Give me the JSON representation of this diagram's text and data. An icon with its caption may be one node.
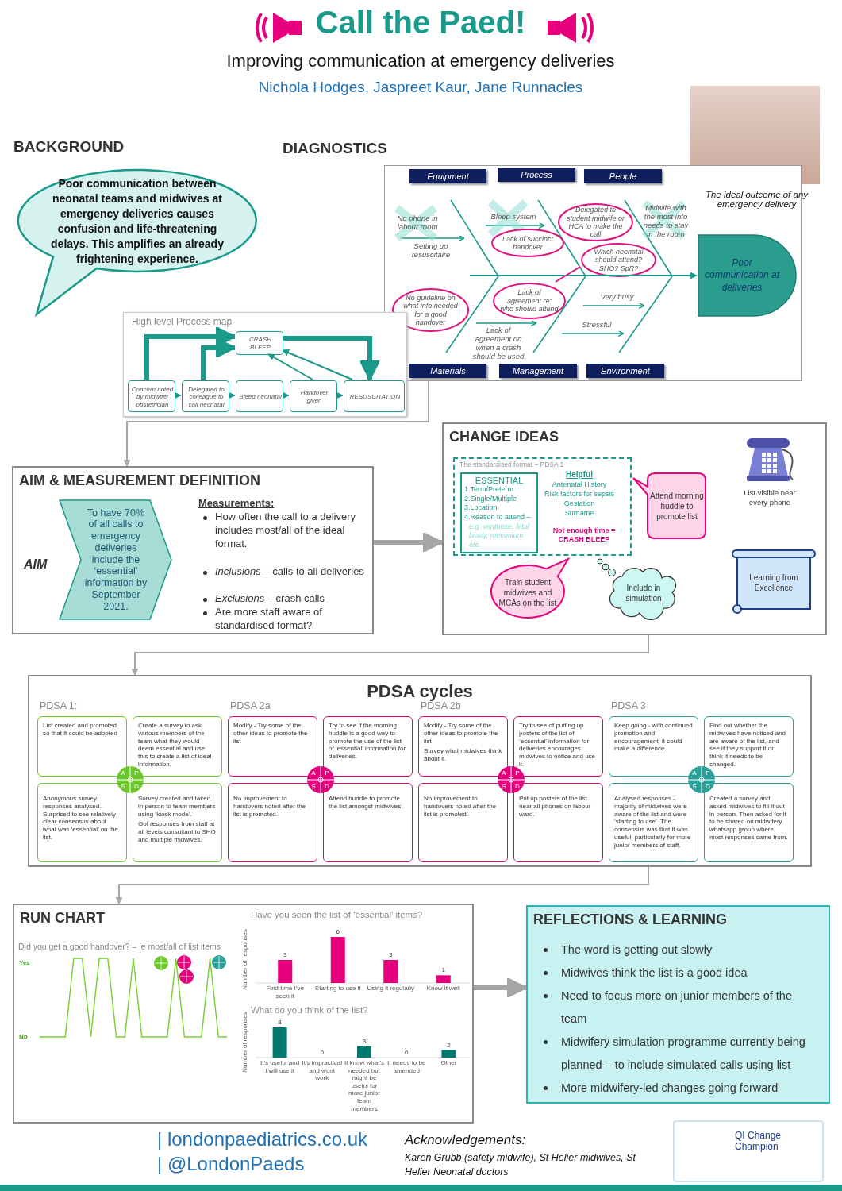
{
  "diagram": {
    "title": "Call the Paed!",
    "nodes": [
      {
        "text": [
          "Poor communication between neonatal teams and midwives at emergency deliveries causes confusion and life-threatening delays. This amplifies an already frightening experience."
        ]
      },
      {
        "text": [
          "DIAGNOSTICS"
        ]
      },
      {
        "text": [
          "Equipment"
        ],
        "in": 1
      },
      {
        "text": [
          "Process"
        ],
        "in": 1
      },
      {
        "text": [
          "People"
        ],
        "in": 1
      },
      {
        "text": [
          "Materials"
        ],
        "in": 1
      },
      {
        "text": [
          "Management"
        ],
        "in": 1
      },
      {
        "text": [
          "Environment"
        ],
        "in": 1
      },
      {
        "text": [
          "Lack of succinct handover"
        ],
        "in": 1
      },
      {
        "text": [
          "Delegated to student midwife or HCA to make the call"
        ],
        "in": 1
      },
      {
        "text": [
          "Which neonatal should attend? SHO? SpR?"
        ],
        "in": 1
      },
      {
        "text": [
          "No guideline on what info needed for a good handover"
        ],
        "in": 1
      },
      {
        "text": [
          "Lack of agreement re: who should attend"
        ],
        "in": 1
      },
      {
        "text": [
          "Poor communication at deliveries"
        ],
        "in": 1
      },
      {
        "text": [
          "High level Process map"
        ]
      },
      {
        "text": [
          "CRASH BLEEP"
        ],
        "in": 14
      },
      {
        "text": [
          "Concern noted by midwife/ obstetrician"
        ],
        "in": 14
      },
      {
        "text": [
          "Delegated to colleague to call neonatal"
        ],
        "in": 14
      },
      {
        "text": [
          "Bleep neonatal"
        ],
        "in": 14
      },
      {
        "text": [
          "Handover given"
        ],
        "in": 14
      },
      {
        "text": [
          "RESUSCITATION"
        ],
        "in": 14
      },
      {
        "text": [
          "AIM & MEASUREMENT DEFINITION"
        ]
      },
      {
        "text": [
          "To have 70% of all calls to emergency deliveries include the ‘essential’ information by September 2021."
        ],
        "in": 21
      },
      {
        "text": [
          "CHANGE IDEAS"
        ]
      },
      {
        "text": [
          "The standardised format – PDSA 1"
        ],
        "in": 23
      },
      {
        "text": [
          "ESSENTIAL",
          "1.Term/Preterm",
          "2.Single/Multiple",
          "3.Location",
          "4.Reason to attend –",
          "e.g. ventouse, fetal brady, meconium etc."
        ],
        "in": 24
      },
      {
        "text": [
          "Attend morning huddle to promote list"
        ],
        "in": 23
      },
      {
        "text": [
          "Train student midwives and MCAs on the list"
        ],
        "in": 23
      },
      {
        "text": [
          "Include in simulation"
        ],
        "in": 23
      },
      {
        "text": [
          "Learning from Excellence"
        ],
        "in": 23
      },
      {
        "text": [
          "PDSA cycles"
        ]
      },
      {
        "text": [
          "List created and promoted so that it could be adopted"
        ],
        "in": 30
      },
      {
        "text": [
          "Create a survey to ask various members of the team what they would deem essential and use this to create a list of ideal information."
        ],
        "in": 30
      },
      {
        "text": [
          "Anonymous survey responses analysed. Surprised to see relatively clear consensus about what was ‘essential’ on the list."
        ],
        "in": 30
      },
      {
        "text": [
          "Survey created and taken in person to team members using ‘kiosk mode’.",
          "Got responses from staff at all levels consultant to SHO and multiple midwives."
        ],
        "in": 30
      },
      {
        "text": [
          "Modify - Try some of the other ideas to promote the list"
        ],
        "in": 30
      },
      {
        "text": [
          "Try to see if the morning huddle is a good way to promote the use of the list of ‘essential’ information for deliveries."
        ],
        "in": 30
      },
      {
        "text": [
          "No improvement to handovers noted after the list is promoted."
        ],
        "in": 30
      },
      {
        "text": [
          "Attend huddle to promote the list amongst midwives."
        ],
        "in": 30
      },
      {
        "text": [
          "Modify - Try some of the other ideas to promote the list",
          "Survey what midwives think about it."
        ],
        "in": 30
      },
      {
        "text": [
          "Try to see of putting up posters of the list of ‘essential’ information for deliveries encourages midwives to notice and use it."
        ],
        "in": 30
      },
      {
        "text": [
          "No improvement to handovers noted after the list is promoted."
        ],
        "in": 30
      },
      {
        "text": [
          "Put up posters of the list near all phones on labour ward."
        ],
        "in": 30
      },
      {
        "text": [
          "Keep going - with continued promotion and encouragement, it could make a difference."
        ],
        "in": 30
      },
      {
        "text": [
          "Find out whether the midwives have noticed and are aware of the list, and see if they support it or think it needs to be changed."
        ],
        "in": 30
      },
      {
        "text": [
          "Analysed responses - majority of midwives were aware of the list and were ‘starting to use’. The consensus was that it was useful, particularly for more junior members of staff."
        ],
        "in": 30
      },
      {
        "text": [
          "Created a survey and asked midwives to fill it out in person. Then asked for it to be shared on midwifery whatsapp group where most responses came from."
        ],
        "in": 30
      },
      {
        "text": [
          "A",
          "P",
          "S",
          "D"
        ],
        "in": 30
      },
      {
        "text": [
          "A",
          "P",
          "S",
          "D"
        ],
        "in": 30
      },
      {
        "text": [
          "A",
          "P",
          "S",
          "D"
        ],
        "in": 30
      },
      {
        "text": [
          "A",
          "P",
          "S",
          "D"
        ],
        "in": 30
      },
      {
        "text": [
          "RUN CHART"
        ]
      },
      {
        "text": [
          "REFLECTIONS & LEARNING",
          "The word is getting out slowly",
          "Midwives think the list is a good idea",
          "Need to focus more on junior members of the team",
          "Midwifery simulation programme currently being planned – to include simulated calls using list",
          "More midwifery-led changes going forward"
        ]
      },
      {
        "text": [
          "QI Change Champion"
        ]
      }
    ],
    "edges": [
      {
        "from": 1,
        "to": 21,
        "arrow": "to",
        "color": "#a6a6a6"
      },
      {
        "from": 21,
        "to": 23,
        "arrow": "to",
        "style": "thick",
        "color": "#a6a6a6"
      },
      {
        "from": 23,
        "to": 30,
        "arrow": "to",
        "color": "#a6a6a6"
      },
      {
        "from": 30,
        "to": 51,
        "arrow": "to",
        "color": "#a6a6a6"
      },
      {
        "from": 51,
        "to": 52,
        "arrow": "to",
        "style": "thick",
        "color": "#a6a6a6"
      },
      {
        "from": null,
        "to": 13,
        "arrow": "to"
      },
      {
        "from": 12,
        "to": 10,
        "arrow": "none",
        "color": "#e0147f"
      },
      {
        "from": 16,
        "to": 17,
        "arrow": "to"
      },
      {
        "from": 17,
        "to": 18,
        "arrow": "to"
      },
      {
        "from": 18,
        "to": 19,
        "arrow": "to"
      },
      {
        "from": 19,
        "to": 20,
        "arrow": "to"
      },
      {
        "from": 16,
        "to": 15,
        "arrow": "to",
        "style": "thick"
      },
      {
        "from": 17,
        "to": 15,
        "arrow": "to",
        "style": "thick"
      },
      {
        "from": 15,
        "to": 20,
        "arrow": "to",
        "style": "thick"
      },
      {
        "from": 19,
        "to": 15,
        "arrow": "to"
      },
      {
        "from": 20,
        "to": 15,
        "arrow": "to"
      }
    ],
    "labels": [
      "Improving communication at emergency deliveries",
      "Nichola Hodges, Jaspreet Kaur, Jane Runnacles",
      "The ideal outcome of any emergency delivery",
      "BACKGROUND",
      "No phone in labour room",
      "Setting up resuscitaire",
      "Bleep system",
      "Midwife with the most info needs to stay in the room",
      "Very busy",
      "Lack of agreement on when a crash should be used",
      "Stressful",
      "AIM",
      "Measurements:",
      "How often the call to a delivery includes most/all of the ideal format.",
      "*Inclusions* – calls to all deliveries",
      "*Exclusions* – crash calls",
      "Are more staff aware of standardised format?",
      "Helpful",
      "Antenatal History",
      "Risk factors for sepsis",
      "Gestation",
      "Surname",
      "Not enough time = CRASH BLEEP",
      "List visible near every phone",
      "PDSA 1:",
      "PDSA 2a",
      "PDSA 2b",
      "PDSA 3",
      "Did you get a good handover? – ie most/all of list items",
      "Yes",
      "No",
      "| londonpaediatrics.co.uk",
      "| @LondonPaeds",
      "Acknowledgements:",
      "Karen Grubb (safety midwife), St Helier midwives, St Helier Neonatal doctors"
    ],
    "chart_data": [
      {
        "type": "bar",
        "title": "Have you seen the list of ‘essential’ items?",
        "ylabel": "Number of responses",
        "categories": [
          "First time I’ve seen it",
          "Starting to use it",
          "Using it regularly",
          "Know it well"
        ],
        "series": [
          {
            "color": "#e6007e",
            "values": [
              3,
              6,
              3,
              1
            ]
          }
        ],
        "data_labels": true
      },
      {
        "type": "bar",
        "title": "What do you think of the list?",
        "ylabel": "Number of responses",
        "categories": [
          "It’s useful and I will use it",
          "It’s impractical and wont work",
          "It know what’s needed but might be useful for more junior team members",
          "It needs to be amended",
          "Other"
        ],
        "series": [
          {
            "color": "#007a6e",
            "values": [
              8,
              0,
              3,
              0,
              2
            ]
          }
        ],
        "data_labels": true
      }
    ]
  }
}
